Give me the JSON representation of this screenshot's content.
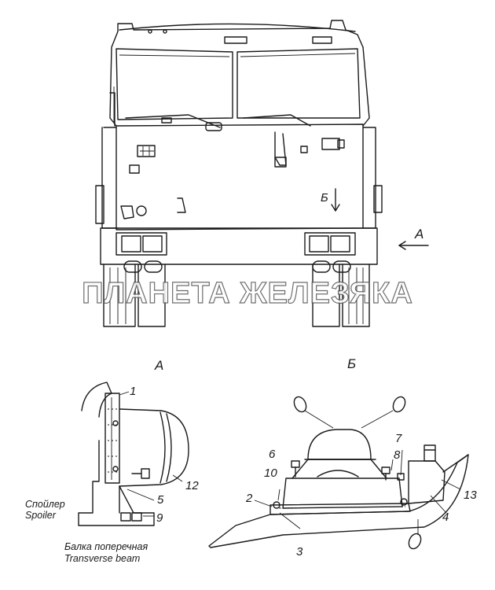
{
  "watermark": "ПЛАНЕТА ЖЕЛЕЗЯКА",
  "view_labels": {
    "A_arrow": "А",
    "B_arrow": "Б",
    "A_title": "А",
    "B_title": "Б"
  },
  "captions": {
    "spoiler_ru": "Спойлер",
    "spoiler_en": "Spoiler",
    "beam_ru": "Балка поперечная",
    "beam_en": "Transverse beam"
  },
  "callouts": {
    "n1": "1",
    "n2": "2",
    "n3": "3",
    "n4": "4",
    "n5": "5",
    "n6": "6",
    "n7": "7",
    "n8": "8",
    "n9": "9",
    "n10": "10",
    "n12": "12",
    "n13": "13"
  }
}
